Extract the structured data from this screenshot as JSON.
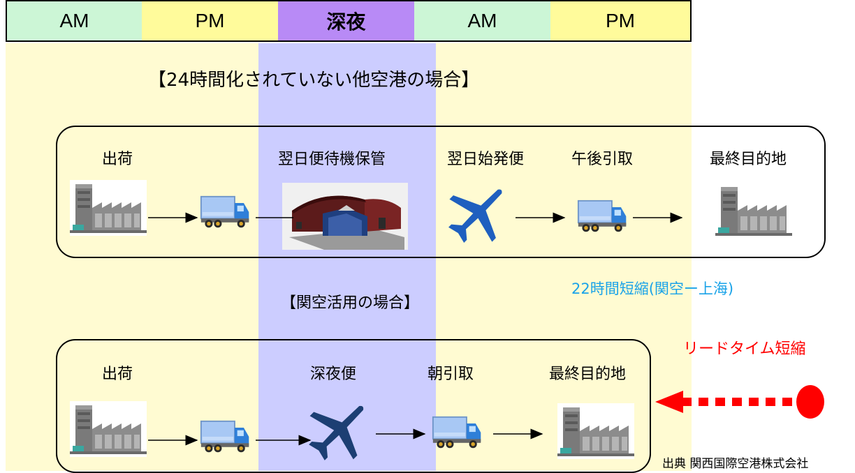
{
  "header": {
    "cells": [
      {
        "label": "AM",
        "color": "#ccf6d6"
      },
      {
        "label": "PM",
        "color": "#fffb9b"
      },
      {
        "label": "深夜",
        "color": "#b88af6"
      },
      {
        "label": "AM",
        "color": "#ccf6d6"
      },
      {
        "label": "PM",
        "color": "#fffb9b"
      }
    ]
  },
  "top_section": {
    "title": "【24時間化されていない他空港の場合】",
    "steps": [
      "出荷",
      "翌日便待機保管",
      "翌日始発便",
      "午後引取",
      "最終目的地"
    ]
  },
  "time_saving_note": "22時間短縮(関空ー上海)",
  "bottom_section": {
    "title": "【関空活用の場合】",
    "steps": [
      "出荷",
      "深夜便",
      "朝引取",
      "最終目的地"
    ]
  },
  "lead_time_note": "リードタイム短縮",
  "source_credit": "出典 関西国際空港株式会社",
  "colors": {
    "band_day": "#fffbd2",
    "band_night": "#cccdff",
    "plane": "#1f5fbf",
    "plane_dark": "#1c3f73",
    "arrow_red": "#ff0000",
    "note_blue": "#1aa3e8"
  },
  "icons": [
    "factory-icon",
    "truck-icon",
    "warehouse-icon",
    "airplane-icon"
  ]
}
